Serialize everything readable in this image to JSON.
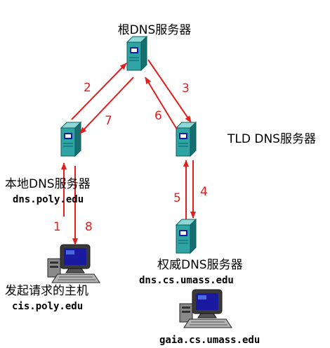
{
  "nodes": {
    "root": {
      "label": "根DNS服务器"
    },
    "tld": {
      "label": "TLD DNS服务器"
    },
    "local": {
      "label": "本地DNS服务器",
      "host": "dns.poly.edu"
    },
    "auth": {
      "label": "权威DNS服务器",
      "host": "dns.cs.umass.edu"
    },
    "requester": {
      "label": "发起请求的主机",
      "host": "cis.poly.edu"
    },
    "target": {
      "host": "gaia.cs.umass.edu"
    }
  },
  "steps": [
    "1",
    "2",
    "3",
    "4",
    "5",
    "6",
    "7",
    "8"
  ],
  "colors": {
    "arrow": "#e02020",
    "server_body": "#2ea4a4",
    "server_dark": "#167070",
    "screen": "#1a1aa0"
  },
  "icons": {
    "server": "server-icon",
    "computer": "computer-icon"
  }
}
